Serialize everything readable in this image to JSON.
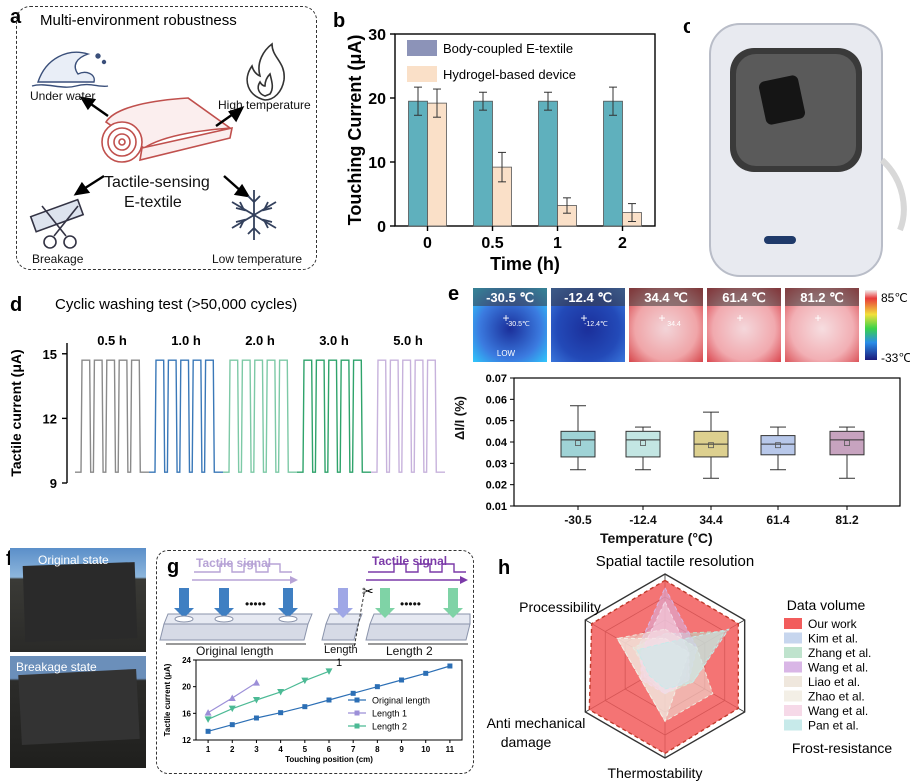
{
  "panels": {
    "a": {
      "label": "a",
      "title": "Multi-environment robustness",
      "center_label_1": "Tactile-sensing",
      "center_label_2": "E-textile",
      "env_labels": [
        "Under water",
        "High temperature",
        "Breakage",
        "Low temperature"
      ]
    },
    "b": {
      "label": "b"
    },
    "c": {
      "label": "c"
    },
    "d": {
      "label": "d",
      "title": "Cyclic washing test (>50,000 cycles)"
    },
    "e": {
      "label": "e"
    },
    "f": {
      "label": "f",
      "photo_labels": [
        "Original state",
        "Breakage state"
      ]
    },
    "g": {
      "label": "g",
      "signal_label_left": "Tactile signal",
      "signal_label_right": "Tactile signal",
      "dots": "•••••",
      "length_original": "Original length",
      "length_1": "Length",
      "length_1_num": "1",
      "length_2": "Length 2"
    },
    "h": {
      "label": "h"
    }
  },
  "colors": {
    "teal_bar": "#5fb0bd",
    "hydrogel_bar": "#fae0c8",
    "body_legend": "#8c93b8",
    "our_work": "#f25c5c",
    "blue_line": "#2c6fb5",
    "lavender_line": "#9c8fd8",
    "green_line": "#4cba95"
  },
  "chart_data": [
    {
      "id": "b",
      "type": "bar",
      "categories": [
        "0",
        "0.5",
        "1",
        "2"
      ],
      "series": [
        {
          "name": "Body-coupled E-textile",
          "values": [
            19.5,
            19.5,
            19.5,
            19.5
          ],
          "errors": [
            2.2,
            1.4,
            1.4,
            2.2
          ]
        },
        {
          "name": "Hydrogel-based device",
          "values": [
            19.2,
            9.2,
            3.2,
            2.1
          ],
          "errors": [
            2.2,
            2.3,
            1.2,
            1.4
          ]
        }
      ],
      "xlabel": "Time (h)",
      "ylabel": "Touching Current (μA)",
      "ylim": [
        0,
        30
      ],
      "yticks": [
        "0",
        "10",
        "20",
        "30"
      ],
      "legend": "top-right"
    },
    {
      "id": "d",
      "type": "line",
      "ylabel": "Tactile current (μA)",
      "yticks": [
        "9",
        "12",
        "15"
      ],
      "ylim": [
        9,
        15.5
      ],
      "low": 9.5,
      "high": 14.7,
      "pulses_per_group": 5,
      "series": [
        {
          "name": "0.5 h",
          "color": "#8a8a8a"
        },
        {
          "name": "1.0 h",
          "color": "#3a78b8"
        },
        {
          "name": "2.0 h",
          "color": "#7dc9a6"
        },
        {
          "name": "3.0 h",
          "color": "#2fa36b"
        },
        {
          "name": "5.0 h",
          "color": "#c7b2dc"
        }
      ]
    },
    {
      "id": "e",
      "type": "box",
      "categories": [
        "-30.5",
        "-12.4",
        "34.4",
        "61.4",
        "81.2"
      ],
      "boxes": [
        {
          "min": 0.027,
          "q1": 0.033,
          "median": 0.041,
          "q3": 0.045,
          "max": 0.057,
          "mean": 0.0395,
          "color": "#9fd3d6"
        },
        {
          "min": 0.027,
          "q1": 0.033,
          "median": 0.041,
          "q3": 0.045,
          "max": 0.047,
          "mean": 0.0395,
          "color": "#c3e6e3"
        },
        {
          "min": 0.023,
          "q1": 0.033,
          "median": 0.039,
          "q3": 0.045,
          "max": 0.054,
          "mean": 0.0385,
          "color": "#ddd08f"
        },
        {
          "min": 0.027,
          "q1": 0.034,
          "median": 0.039,
          "q3": 0.043,
          "max": 0.047,
          "mean": 0.0385,
          "color": "#b8c8ea"
        },
        {
          "min": 0.023,
          "q1": 0.034,
          "median": 0.041,
          "q3": 0.045,
          "max": 0.047,
          "mean": 0.0395,
          "color": "#c7a3bf"
        }
      ],
      "xlabel": "Temperature (°C)",
      "ylabel": "ΔI/I (%)",
      "ylim": [
        0.01,
        0.07
      ],
      "yticks": [
        "0.01",
        "0.02",
        "0.03",
        "0.04",
        "0.05",
        "0.06",
        "0.07"
      ]
    },
    {
      "id": "e-thermal",
      "type": "heatmap",
      "frames": [
        "-30.5 ℃",
        "-12.4 ℃",
        "34.4 ℃",
        "61.4 ℃",
        "81.2 ℃"
      ],
      "frame_inner_labels": [
        "-30.5℃",
        "-12.4℃",
        "34.4",
        "",
        ""
      ],
      "low_label": "LOW",
      "colorbar_max": "85℃",
      "colorbar_min": "-33℃"
    },
    {
      "id": "g",
      "type": "line",
      "xlabel": "Touching position (cm)",
      "ylabel": "Tactile current (μA)",
      "xticks": [
        "1",
        "2",
        "3",
        "4",
        "5",
        "6",
        "7",
        "8",
        "9",
        "10",
        "11"
      ],
      "yticks": [
        "12",
        "16",
        "20",
        "24"
      ],
      "xlim": [
        0.5,
        11.5
      ],
      "ylim": [
        12,
        24
      ],
      "series": [
        {
          "name": "Original length",
          "x": [
            1,
            2,
            3,
            4,
            5,
            6,
            7,
            8,
            9,
            10,
            11
          ],
          "y": [
            13.3,
            14.3,
            15.3,
            16.1,
            17.0,
            18.0,
            19.0,
            20.0,
            21.0,
            22.0,
            23.1
          ],
          "color": "#2c6fb5",
          "marker": "square"
        },
        {
          "name": "Length 1",
          "x": [
            1,
            2,
            3
          ],
          "y": [
            16.1,
            18.3,
            20.6
          ],
          "color": "#9c8fd8",
          "marker": "triangle"
        },
        {
          "name": "Length 2",
          "x": [
            1,
            2,
            3,
            4,
            5,
            6
          ],
          "y": [
            15.1,
            16.7,
            18.0,
            19.2,
            20.9,
            22.3
          ],
          "color": "#4cba95",
          "marker": "triangle-down"
        }
      ]
    },
    {
      "id": "h",
      "type": "radar",
      "axes": [
        "Spatial tactile resolution",
        "Data volume",
        "Frost-resistance",
        "Thermostability",
        "Anti mechanical damage",
        "Processibility"
      ],
      "series": [
        {
          "name": "Our work",
          "values": [
            0.93,
            0.92,
            0.92,
            0.95,
            0.95,
            0.92
          ],
          "color": "#f25c5c"
        },
        {
          "name": "Kim et al.",
          "values": [
            0.3,
            0.3,
            0.25,
            0.3,
            0.2,
            0.3
          ],
          "color": "#c7d6ee"
        },
        {
          "name": "Zhang et al.",
          "values": [
            0.35,
            0.75,
            0.35,
            0.3,
            0.2,
            0.4
          ],
          "color": "#bfe3cd"
        },
        {
          "name": "Wang et al.",
          "values": [
            0.85,
            0.4,
            0.3,
            0.3,
            0.25,
            0.35
          ],
          "color": "#d9b6e6"
        },
        {
          "name": "Liao et al.",
          "values": [
            0.4,
            0.4,
            0.6,
            0.6,
            0.3,
            0.6
          ],
          "color": "#efe7dd"
        },
        {
          "name": "Zhao et al.",
          "values": [
            0.3,
            0.3,
            0.2,
            0.6,
            0.3,
            0.6
          ],
          "color": "#f3efe6"
        },
        {
          "name": "Wang et al.",
          "values": [
            0.7,
            0.3,
            0.3,
            0.3,
            0.3,
            0.3
          ],
          "color": "#f6d9e8"
        },
        {
          "name": "Pan et al.",
          "values": [
            0.25,
            0.8,
            0.35,
            0.25,
            0.2,
            0.35
          ],
          "color": "#c7eaea"
        }
      ],
      "legend": "right"
    }
  ]
}
